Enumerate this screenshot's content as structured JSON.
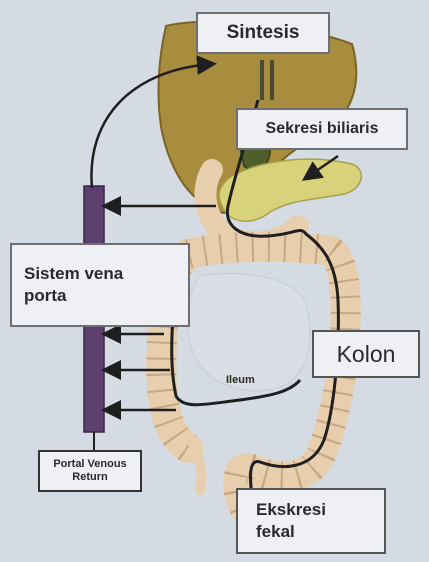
{
  "labels": {
    "sintesis": "Sintesis",
    "sekresi": "Sekresi biliaris",
    "sistem_line1": "Sistem vena",
    "sistem_line2": "porta",
    "kolon": "Kolon",
    "ileum": "Ileum",
    "portal_line1": "Portal Venous",
    "portal_line2": "Return",
    "ekskresi_line1": "Ekskresi",
    "ekskresi_line2": "fekal"
  },
  "colors": {
    "liver": "#a88d3f",
    "pancreas": "#d8d37a",
    "intestine": "#e7cfae",
    "portal_vein": "#5c3f6e",
    "arrow": "#1f1f1f",
    "background": "#d4dbe3"
  }
}
